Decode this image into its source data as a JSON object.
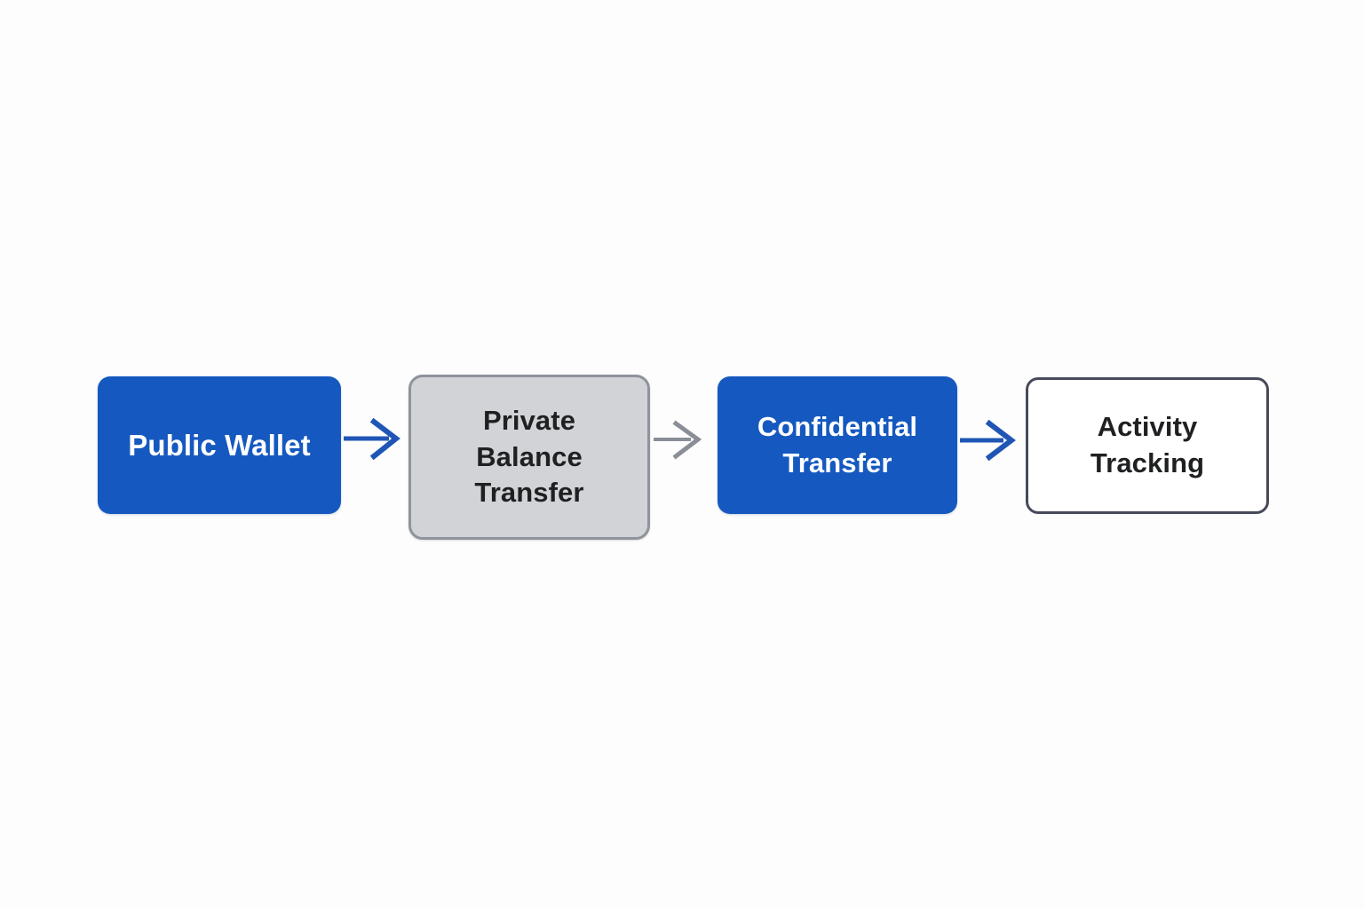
{
  "diagram": {
    "type": "flow",
    "orientation": "left-to-right",
    "background_color": "#fdfdfd",
    "nodes": [
      {
        "id": "public-wallet",
        "label": "Public Wallet",
        "shape": "rounded-rectangle",
        "fill": "#1559c0",
        "text_color": "#ffffff",
        "border_color": "none"
      },
      {
        "id": "private-balance-transfer",
        "label": "Private\nBalance\nTransfer",
        "shape": "rounded-rectangle",
        "fill": "#d1d3d7",
        "text_color": "#1f2022",
        "border_color": "#8f939b"
      },
      {
        "id": "confidential-transfer",
        "label": "Confidential\nTransfer",
        "shape": "rounded-rectangle",
        "fill": "#1559c0",
        "text_color": "#ffffff",
        "border_color": "none"
      },
      {
        "id": "activity-tracking",
        "label": "Activity\nTracking",
        "shape": "rounded-rectangle",
        "fill": "#ffffff",
        "text_color": "#1f2022",
        "border_color": "#474a5a"
      }
    ],
    "connectors": [
      {
        "id": "arrow-1",
        "from": "public-wallet",
        "to": "private-balance-transfer",
        "color": "#1f56b5",
        "style": "solid-arrow"
      },
      {
        "id": "arrow-2",
        "from": "private-balance-transfer",
        "to": "confidential-transfer",
        "color": "#8a8e96",
        "style": "solid-arrow"
      },
      {
        "id": "arrow-3",
        "from": "confidential-transfer",
        "to": "activity-tracking",
        "color": "#1f56b5",
        "style": "solid-arrow"
      }
    ]
  }
}
